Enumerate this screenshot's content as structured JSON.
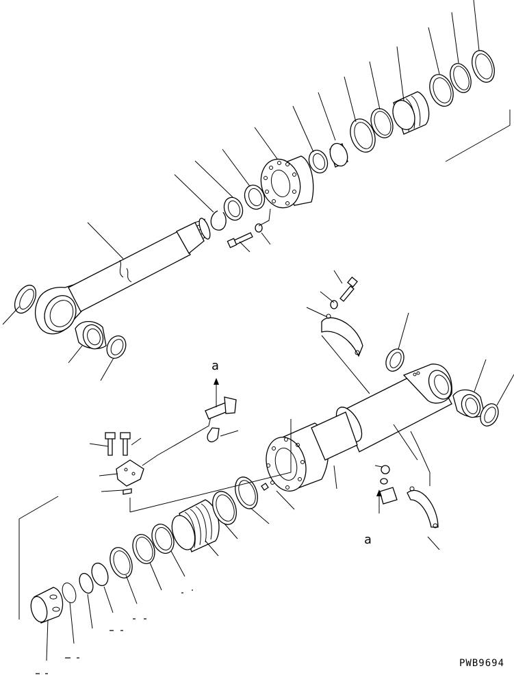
{
  "figure": {
    "drawing_code": "PWB9694",
    "view_markers": [
      "a",
      "a"
    ]
  }
}
